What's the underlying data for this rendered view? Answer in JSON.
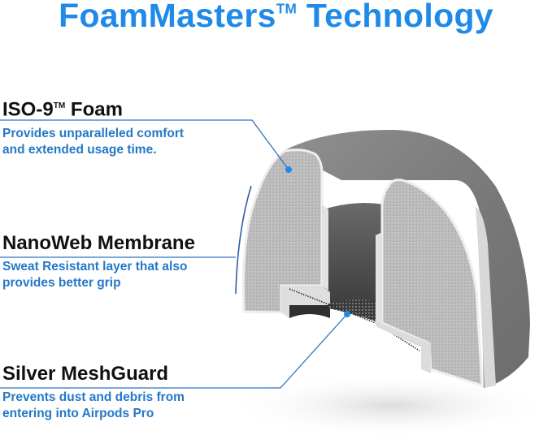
{
  "title": {
    "text": "FoamMasters",
    "trademark": "TM",
    "suffix": " Technology",
    "color": "#1f8ae8"
  },
  "features": [
    {
      "heading": "ISO-9",
      "heading_trademark": "TM",
      "heading_suffix": " Foam",
      "description_lines": [
        "Provides unparalleled comfort",
        "and extended usage time."
      ]
    },
    {
      "heading": "NanoWeb Membrane",
      "description_lines": [
        "Sweat Resistant layer that also",
        "provides better grip"
      ]
    },
    {
      "heading": "Silver MeshGuard",
      "description_lines": [
        "Prevents dust and debris from",
        "entering into Airpods Pro"
      ]
    }
  ],
  "illustration": {
    "subject": "ear-tip-cross-section",
    "callout_color": "#2a73c0",
    "dot_color": "#1f8ae8"
  }
}
